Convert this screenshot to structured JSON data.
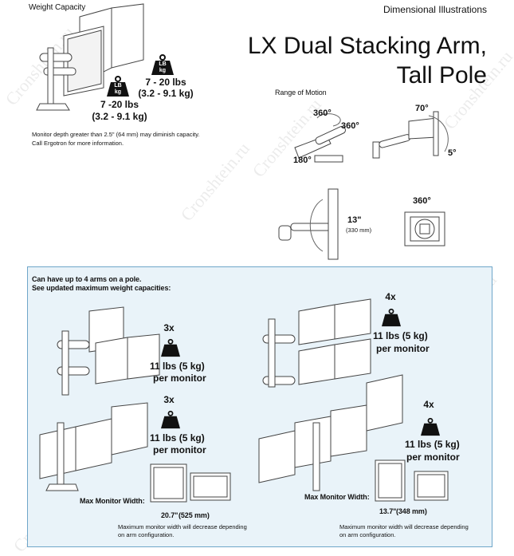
{
  "header": {
    "weight_capacity_label": "Weight Capacity",
    "dimensional_label": "Dimensional Illustrations",
    "title_line1": "LX Dual Stacking Arm,",
    "title_line2": "Tall Pole"
  },
  "weight": {
    "right_lbs": "7 - 20 lbs",
    "right_kg": "(3.2 - 9.1 kg)",
    "left_lbs": "7 -20 lbs",
    "left_kg": "(3.2 - 9.1 kg)",
    "badge_lb": "LB",
    "badge_kg": "kg"
  },
  "note": {
    "line1": "Monitor depth greater than 2.5\" (64 mm) may diminish capacity.",
    "line2": "Call Ergotron for more information."
  },
  "range_of_motion": {
    "label": "Range of Motion",
    "angle_360_a": "360°",
    "angle_360_b": "360°",
    "angle_180": "180°",
    "angle_70": "70°",
    "angle_5": "5°",
    "lift_in": "13\"",
    "lift_mm": "(330 mm)",
    "rotate_360": "360°"
  },
  "panel": {
    "intro1": "Can have up to 4 arms on a pole.",
    "intro2": "See updated maximum weight capacities:",
    "config_a": {
      "count": "3x",
      "capacity": "11 lbs (5 kg)",
      "per": "per monitor"
    },
    "config_b": {
      "count": "3x",
      "capacity": "11 lbs (5 kg)",
      "per": "per monitor"
    },
    "config_c": {
      "count": "4x",
      "capacity": "11 lbs (5 kg)",
      "per": "per monitor"
    },
    "config_d": {
      "count": "4x",
      "capacity": "11 lbs (5 kg)",
      "per": "per monitor"
    },
    "max_width_left_label": "Max Monitor Width:",
    "max_width_left_value": "20.7\"",
    "max_width_left_mm": "(525 mm)",
    "max_width_right_label": "Max Monitor Width:",
    "max_width_right_value": "13.7\"",
    "max_width_right_mm": "(348 mm)",
    "footnote_left1": "Maximum monitor width will decrease depending",
    "footnote_left2": "on arm configuration.",
    "footnote_right1": "Maximum monitor width will decrease depending",
    "footnote_right2": "on arm configuration."
  },
  "watermark": "Cronshtein.ru",
  "colors": {
    "panel_border": "#6fa6c9",
    "panel_bg": "#e9f3f9",
    "ink": "#111111"
  }
}
